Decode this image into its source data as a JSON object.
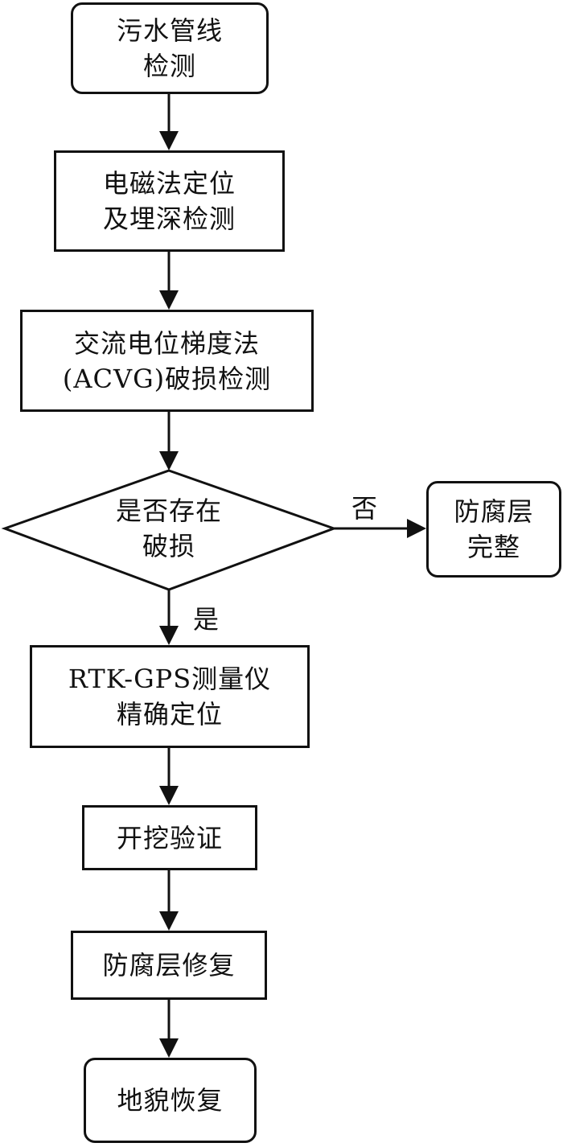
{
  "diagram": {
    "nodes": {
      "sewer_inspection": "污水管线\n检测",
      "em_locating": "电磁法定位\n及埋深检测",
      "acvg": "交流电位梯度法\n(ACVG)破损检测",
      "decision": "是否存在\n破损",
      "coating_intact": "防腐层\n完整",
      "rtk_gps": "RTK-GPS测量仪\n精确定位",
      "excavation": "开挖验证",
      "coating_repair": "防腐层修复",
      "landform_restore": "地貌恢复"
    },
    "edge_labels": {
      "no": "否",
      "yes": "是"
    }
  }
}
